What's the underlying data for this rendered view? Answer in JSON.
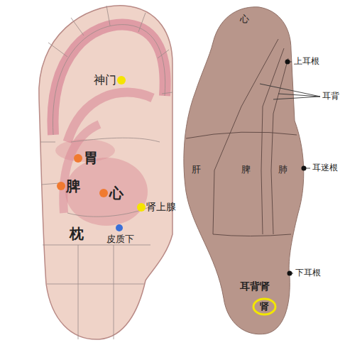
{
  "diagram": {
    "nodes": [
      {
        "text": [
          "肾"
        ]
      }
    ],
    "labels": [
      "神门",
      "胃",
      "脾",
      "心",
      "肾上腺",
      "枕",
      "皮质下",
      "心",
      "上耳根",
      "耳背",
      "耳迷根",
      "肝",
      "脾",
      "肺",
      "下耳根",
      "耳背肾"
    ]
  }
}
